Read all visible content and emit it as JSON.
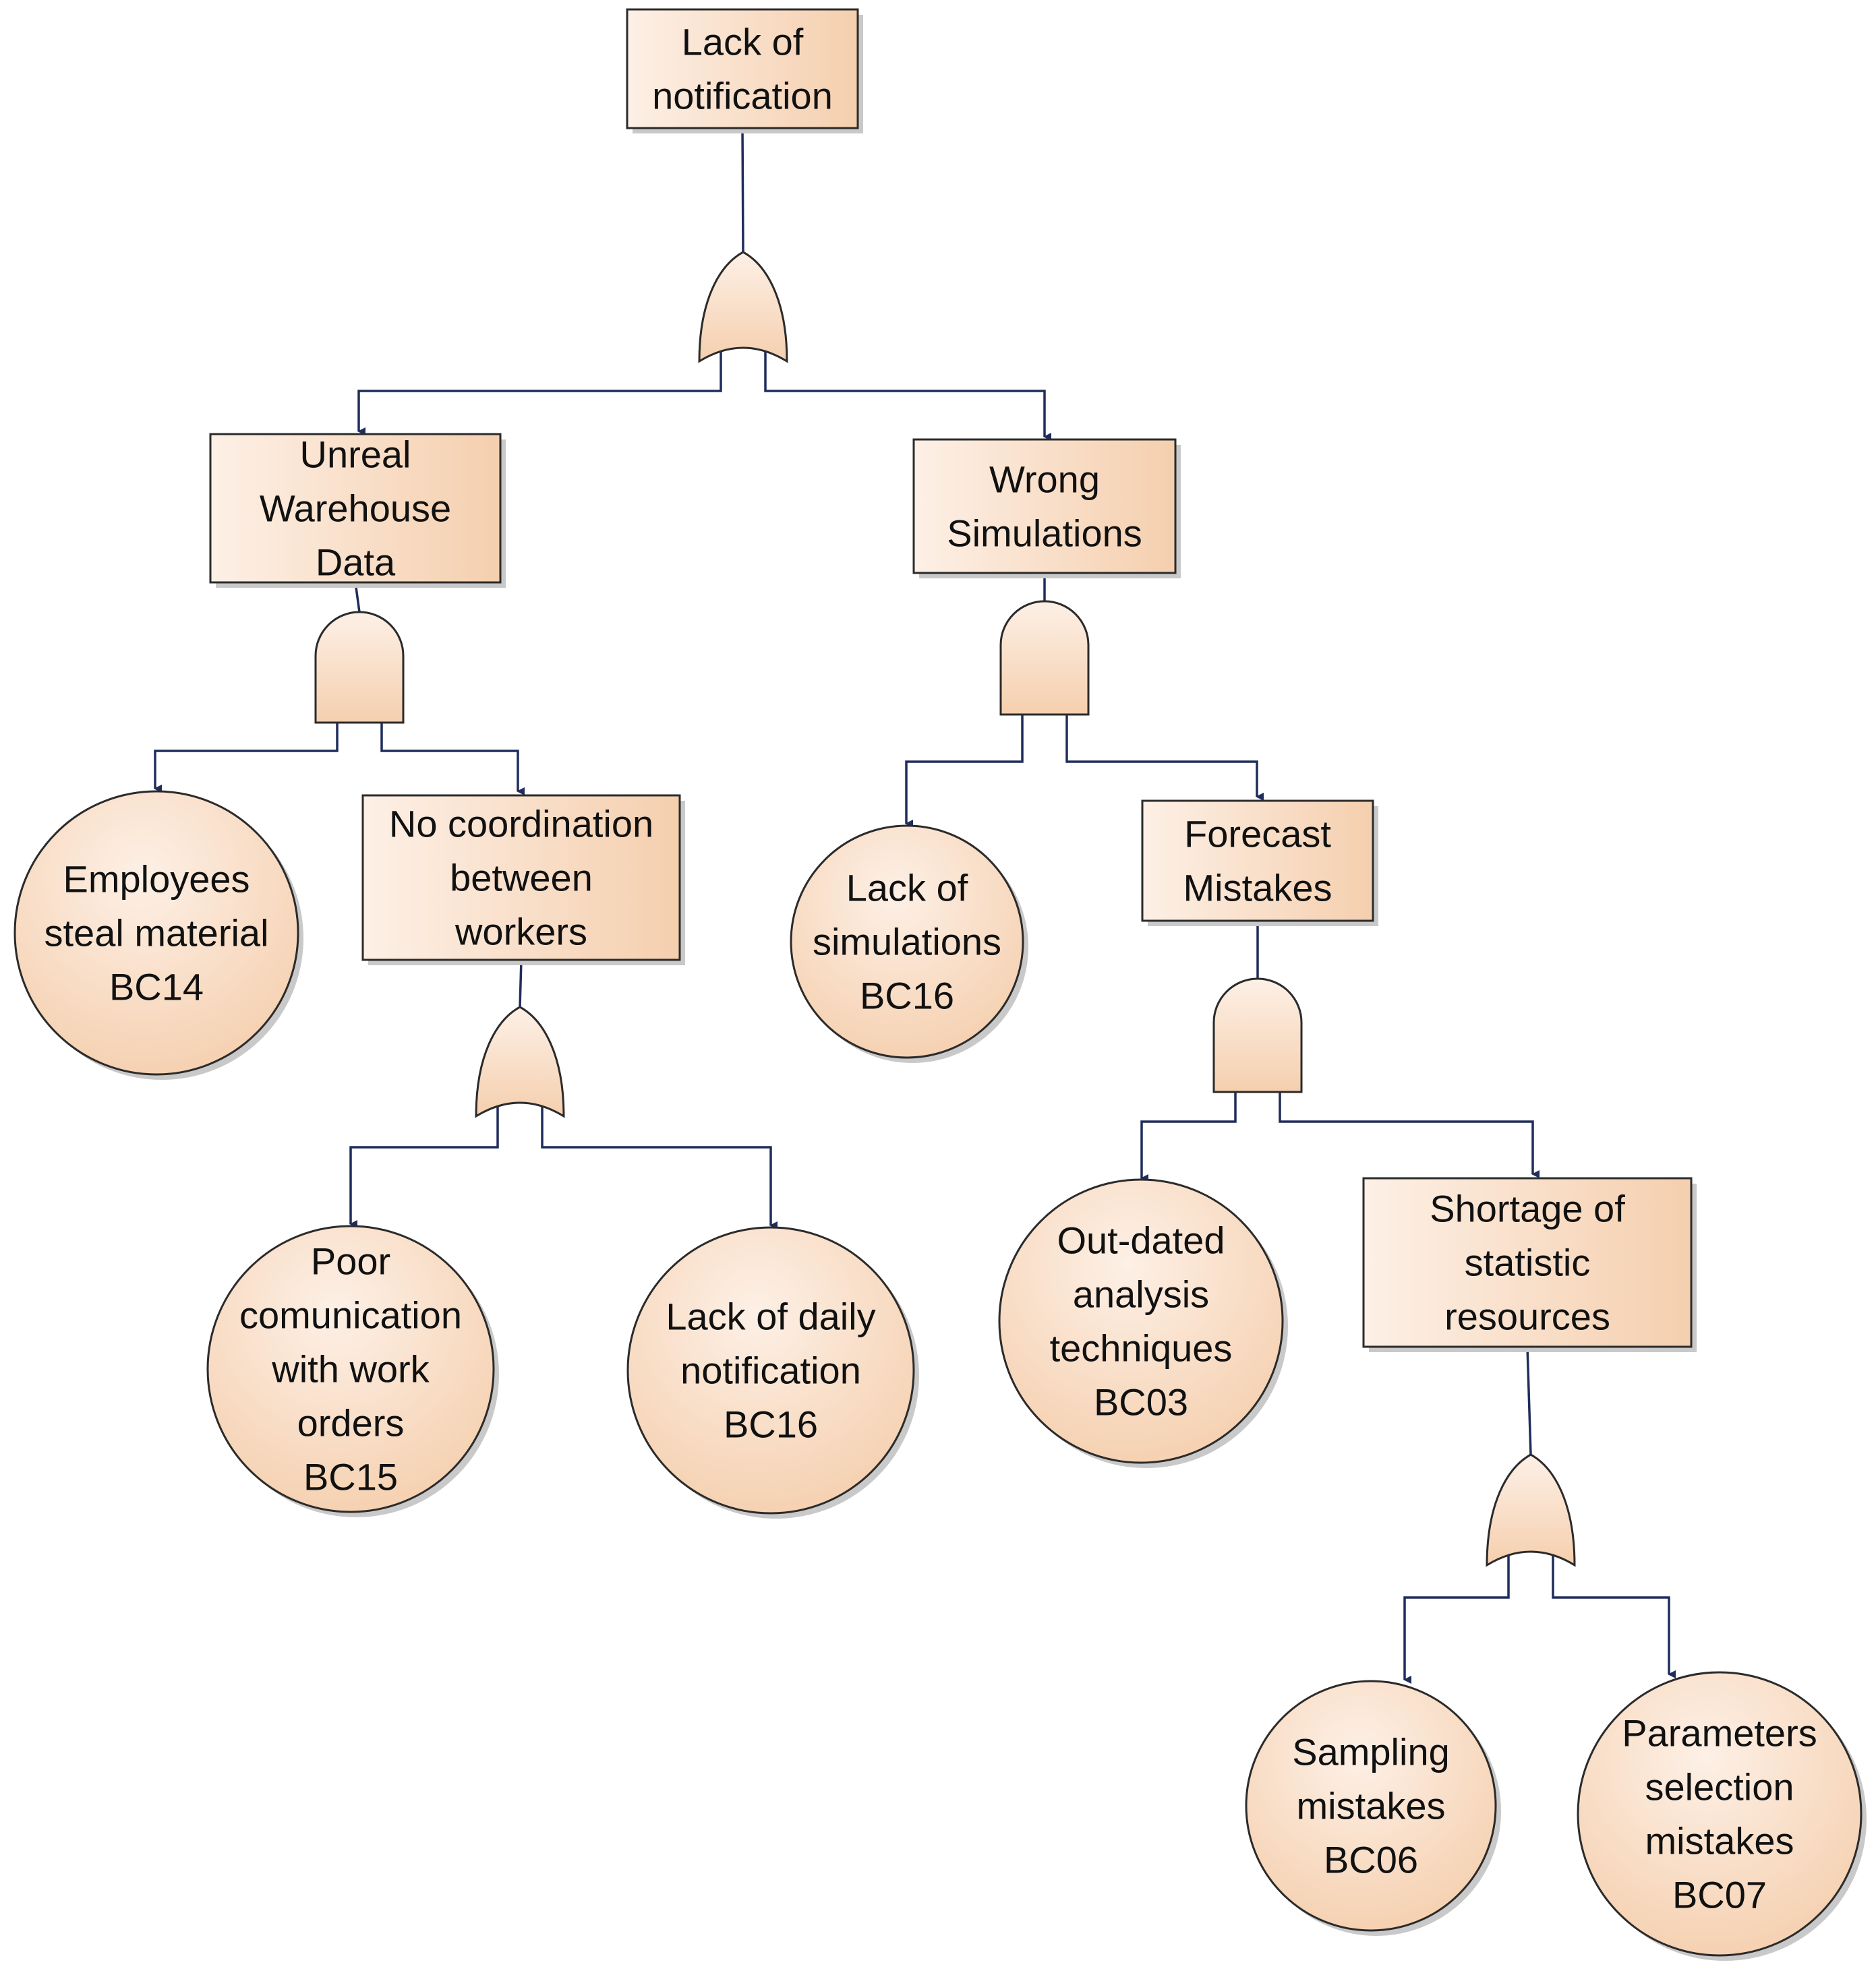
{
  "colors": {
    "node_fill_light": "#fdf0e6",
    "node_fill_dark": "#f5cfae",
    "shadow": "#c9c9c9",
    "connector": "#1f2d5c"
  },
  "nodes": {
    "top": {
      "kind": "box",
      "lines": [
        "Lack of",
        "notification"
      ]
    },
    "unreal_warehouse": {
      "kind": "box",
      "lines": [
        "Unreal",
        "Warehouse",
        "Data"
      ]
    },
    "wrong_simulations": {
      "kind": "box",
      "lines": [
        "Wrong",
        "Simulations"
      ]
    },
    "employees_steal": {
      "kind": "circle",
      "lines": [
        "Employees",
        "steal material",
        "BC14"
      ]
    },
    "no_coordination": {
      "kind": "box",
      "lines": [
        "No coordination",
        "between",
        "workers"
      ]
    },
    "lack_simulations": {
      "kind": "circle",
      "lines": [
        "Lack of",
        "simulations",
        "BC16"
      ]
    },
    "forecast_mistakes": {
      "kind": "box",
      "lines": [
        "Forecast",
        "Mistakes"
      ]
    },
    "poor_communication": {
      "kind": "circle",
      "lines": [
        "Poor",
        "comunication",
        "with work",
        "orders",
        "BC15"
      ]
    },
    "lack_daily": {
      "kind": "circle",
      "lines": [
        "Lack of daily",
        "notification",
        "BC16"
      ]
    },
    "outdated_analysis": {
      "kind": "circle",
      "lines": [
        "Out-dated",
        "analysis",
        "techniques",
        "BC03"
      ]
    },
    "shortage_statistic": {
      "kind": "box",
      "lines": [
        "Shortage of",
        "statistic",
        "resources"
      ]
    },
    "sampling_mistakes": {
      "kind": "circle",
      "lines": [
        "Sampling",
        "mistakes",
        "BC06"
      ]
    },
    "parameters_selection": {
      "kind": "circle",
      "lines": [
        "Parameters",
        "selection",
        "mistakes",
        "BC07"
      ]
    }
  },
  "gates": {
    "gate_top": {
      "type": "OR",
      "parent": "top",
      "children": [
        "unreal_warehouse",
        "wrong_simulations"
      ]
    },
    "gate_unreal": {
      "type": "AND",
      "parent": "unreal_warehouse",
      "children": [
        "employees_steal",
        "no_coordination"
      ]
    },
    "gate_wrong": {
      "type": "AND",
      "parent": "wrong_simulations",
      "children": [
        "lack_simulations",
        "forecast_mistakes"
      ]
    },
    "gate_nocoord": {
      "type": "OR",
      "parent": "no_coordination",
      "children": [
        "poor_communication",
        "lack_daily"
      ]
    },
    "gate_forecast": {
      "type": "AND",
      "parent": "forecast_mistakes",
      "children": [
        "outdated_analysis",
        "shortage_statistic"
      ]
    },
    "gate_shortage": {
      "type": "OR",
      "parent": "shortage_statistic",
      "children": [
        "sampling_mistakes",
        "parameters_selection"
      ]
    }
  }
}
